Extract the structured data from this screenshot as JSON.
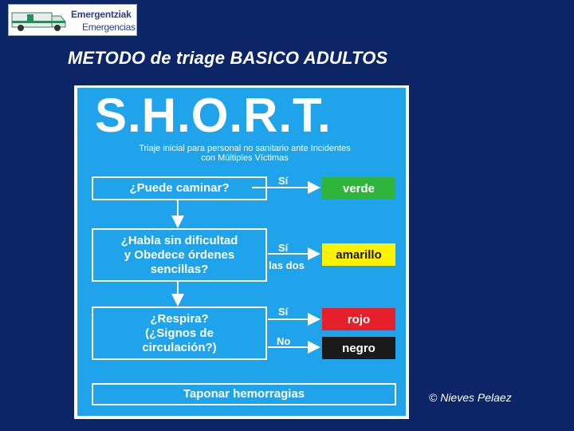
{
  "header": {
    "logo_line1": "Emergentziak",
    "logo_line2": "Emergencias",
    "title": "METODO de triage BASICO ADULTOS"
  },
  "diagram": {
    "heading": "S.H.O.R.T.",
    "subtitle_line1": "Triaje inicial para personal no sanitario ante Incidentes",
    "subtitle_line2": "con Múltiples Víctimas",
    "q1": "¿Puede caminar?",
    "q2_line1": "¿Habla sin dificultad",
    "q2_line2": "y Obedece órdenes",
    "q2_line3": "sencillas?",
    "q3_line1": "¿Respira?",
    "q3_line2": "(¿Signos de",
    "q3_line3": "circulación?)",
    "q4": "Taponar hemorragias",
    "label_si_1": "Sí",
    "label_si_2": "Sí",
    "label_las_dos": "las dos",
    "label_si_3": "Sí",
    "label_no": "No",
    "result_verde": "verde",
    "result_amarillo": "amarillo",
    "result_rojo": "rojo",
    "result_negro": "negro",
    "colors": {
      "background": "#1fa3ea",
      "verde": "#2fb43c",
      "amarillo": "#fff200",
      "rojo": "#e5202a",
      "negro": "#1a1a1a"
    }
  },
  "footer": {
    "copyright": "© Nieves Pelaez"
  }
}
